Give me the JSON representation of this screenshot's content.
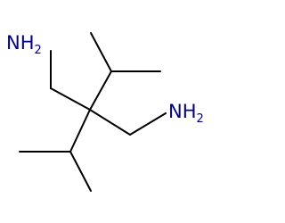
{
  "molecule": {
    "atoms": [
      {
        "element": "N",
        "hydrogens": 2
      },
      {
        "element": "N",
        "hydrogens": 2
      }
    ],
    "colors": {
      "bond": "#000000",
      "nitrogen": "#00008b",
      "background": "#ffffff"
    }
  }
}
